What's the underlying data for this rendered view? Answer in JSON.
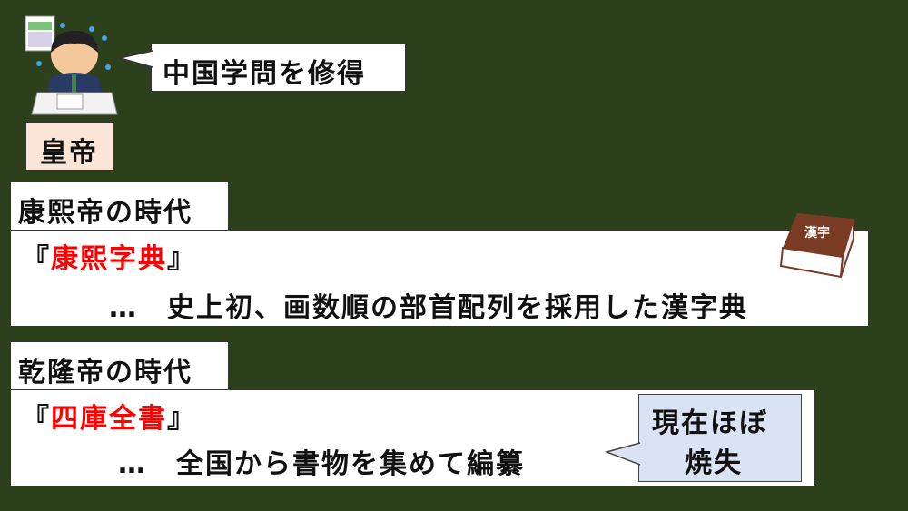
{
  "emperor": {
    "label": "皇帝",
    "speech": "中国学問を修得"
  },
  "kangxi": {
    "era_label": "康熙帝の時代",
    "bracket_open": "『",
    "title": "康熙字典",
    "bracket_close": "』",
    "description": "…　史上初、画数順の部首配列を採用した漢字典",
    "book_icon_text": "漢字"
  },
  "qianlong": {
    "era_label": "乾隆帝の時代",
    "bracket_open": "『",
    "title": "四庫全書",
    "bracket_close": "』",
    "description": "…　全国から書物を集めて編纂",
    "callout_line1": "現在ほぼ",
    "callout_line2": "焼失"
  },
  "colors": {
    "background": "#2d401c",
    "highlight": "#ff0000",
    "emperor_box": "#fbe5d6",
    "callout": "#dae3f3"
  }
}
